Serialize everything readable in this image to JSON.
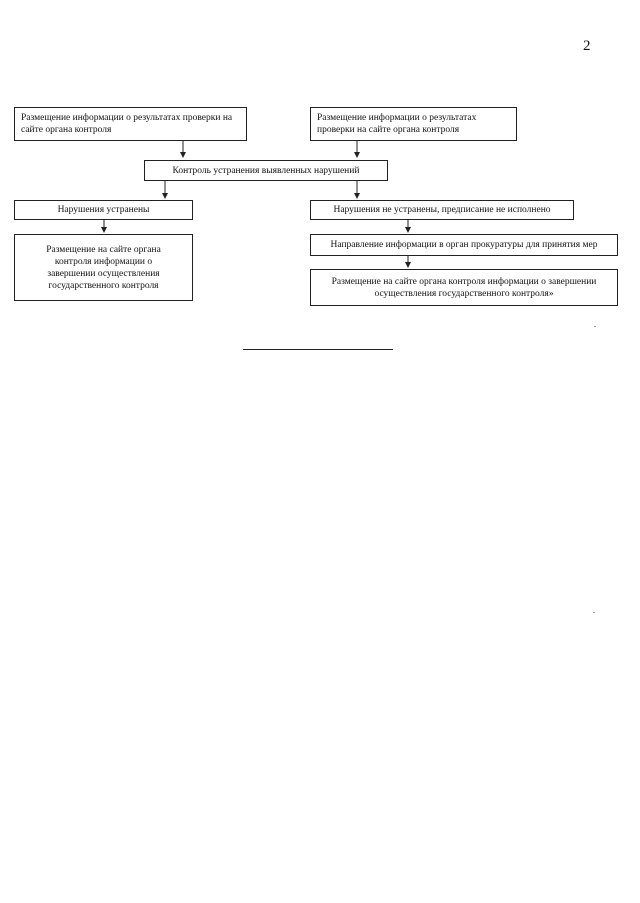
{
  "page_number": "2",
  "nodes": {
    "result_left": "Размещение информации о результатах проверки на сайте органа контроля",
    "result_right": "Размещение информации о результатах проверки на сайте органа контроля",
    "control": "Контроль устранения выявленных нарушений",
    "fixed": "Нарушения устранены",
    "not_fixed": "Нарушения не устранены, предписание не исполнено",
    "completion_left": "Размещение на сайте органа контроля информации о завершении осуществления государственного контроля",
    "prosecutor": "Направление информации в орган прокуратуры для принятия мер",
    "completion_right": "Размещение на сайте органа контроля информации о завершении осуществления государственного контроля»"
  },
  "edges": [
    {
      "from": "result_left",
      "to": "control"
    },
    {
      "from": "result_right",
      "to": "control"
    },
    {
      "from": "control",
      "to": "fixed"
    },
    {
      "from": "control",
      "to": "not_fixed"
    },
    {
      "from": "fixed",
      "to": "completion_left"
    },
    {
      "from": "not_fixed",
      "to": "prosecutor"
    },
    {
      "from": "prosecutor",
      "to": "completion_right"
    }
  ]
}
